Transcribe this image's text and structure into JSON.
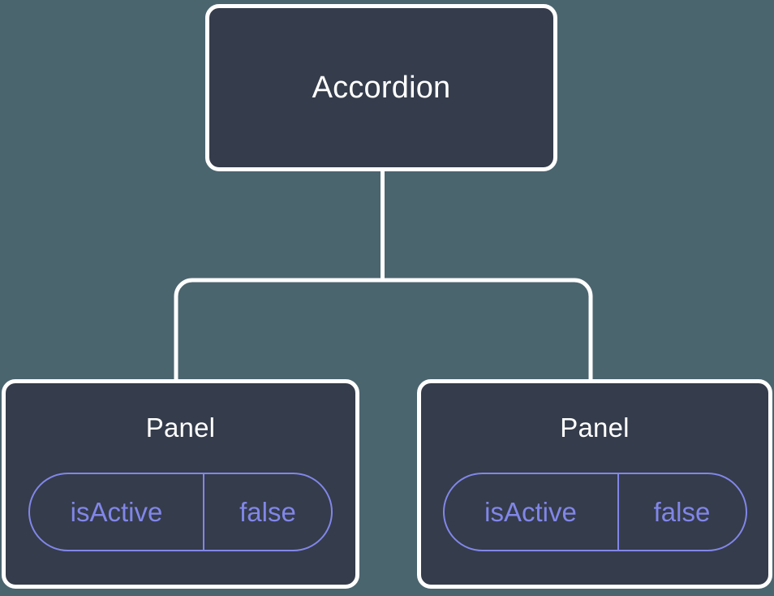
{
  "canvas": {
    "background_color": "#4b656f",
    "node_fill_color": "#353c4b",
    "node_border_color": "#ffffff",
    "edge_color": "#ffffff",
    "badge_color": "#8186e8",
    "title_color": "#ffffff"
  },
  "tree": {
    "root": {
      "label": "Accordion"
    },
    "children": [
      {
        "label": "Panel",
        "state": {
          "key": "isActive",
          "value": "false"
        }
      },
      {
        "label": "Panel",
        "state": {
          "key": "isActive",
          "value": "false"
        }
      }
    ]
  }
}
